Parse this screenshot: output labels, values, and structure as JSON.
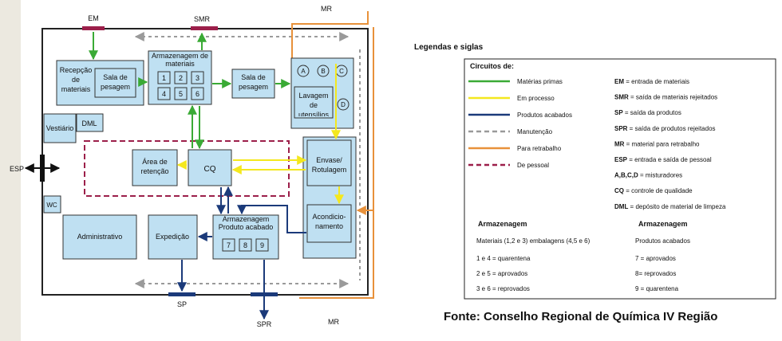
{
  "colors": {
    "materias_primas": "#3aaa35",
    "em_processo": "#f4e81e",
    "produtos_acabados": "#1b3a7a",
    "manutencao": "#9a9a9a",
    "retrabalho": "#e8913a",
    "pessoal": "#9c1f4a",
    "box_fill": "#bfe0f2",
    "sidebar": "#ece9e0"
  },
  "markers": {
    "em": "EM",
    "smr": "SMR",
    "mr_top": "MR",
    "mr_bottom": "MR",
    "sp": "SP",
    "spr": "SPR",
    "esp": "ESP"
  },
  "rooms": {
    "recepcao": "Recepção de materiais",
    "sala_pesagem_inner": "Sala de pesagem",
    "armazenagem_mat": "Armazenagem de materiais",
    "armazenagem_mat_cells": [
      "1",
      "2",
      "3",
      "4",
      "5",
      "6"
    ],
    "sala_pesagem": "Sala de pesagem",
    "mixers": [
      "A",
      "B",
      "C",
      "D"
    ],
    "lavagem": "Lavagem de utensílios",
    "vestiario": "Vestiário",
    "dml": "DML",
    "area_retencao": "Área de retenção",
    "cq": "CQ",
    "envase": "Envase/ Rotulagem",
    "acondicionamento": "Acondicio- namento",
    "wc": "WC",
    "administrativo": "Administrativo",
    "expedicao": "Expedição",
    "armazenagem_prod": "Armazenagem Produto acabado",
    "armazenagem_prod_cells": [
      "7",
      "8",
      "9"
    ]
  },
  "legend": {
    "heading": "Legendas e siglas",
    "circuitos_title": "Circuitos de:",
    "circuitos": [
      {
        "label": "Matérias primas",
        "color_key": "materias_primas",
        "style": "solid"
      },
      {
        "label": "Em processo",
        "color_key": "em_processo",
        "style": "solid"
      },
      {
        "label": "Produtos acabados",
        "color_key": "produtos_acabados",
        "style": "solid"
      },
      {
        "label": "Manutenção",
        "color_key": "manutencao",
        "style": "dashed"
      },
      {
        "label": "Para retrabalho",
        "color_key": "retrabalho",
        "style": "solid"
      },
      {
        "label": "De pessoal",
        "color_key": "pessoal",
        "style": "dashed"
      }
    ],
    "siglas": [
      {
        "abbr": "EM",
        "desc": " = entrada de materiais"
      },
      {
        "abbr": "SMR",
        "desc": " = saída de materiais rejeitados"
      },
      {
        "abbr": "SP",
        "desc": " = saída da produtos"
      },
      {
        "abbr": "SPR",
        "desc": " = saída de produtos rejeitados"
      },
      {
        "abbr": "MR",
        "desc": " = material para retrabalho"
      },
      {
        "abbr": "ESP",
        "desc": " = entrada e saída de pessoal"
      },
      {
        "abbr": "A,B,C,D",
        "desc": " = misturadores"
      },
      {
        "abbr": "CQ",
        "desc": " = controle de qualidade"
      },
      {
        "abbr": "DML",
        "desc": " = depósito de material de limpeza"
      }
    ],
    "armazenagem_left_title": "Armazenagem",
    "armazenagem_left_sub": "Materiais (1,2 e 3) embalagens (4,5 e 6)",
    "armazenagem_left_items": [
      "1 e 4 = quarentena",
      "2 e 5 = aprovados",
      "3 e 6 = reprovados"
    ],
    "armazenagem_right_title": "Armazenagem",
    "armazenagem_right_sub": "Produtos acabados",
    "armazenagem_right_items": [
      "7 = aprovados",
      "8= reprovados",
      "9 = quarentena"
    ]
  },
  "source": "Fonte: Conselho Regional de Química IV Região"
}
